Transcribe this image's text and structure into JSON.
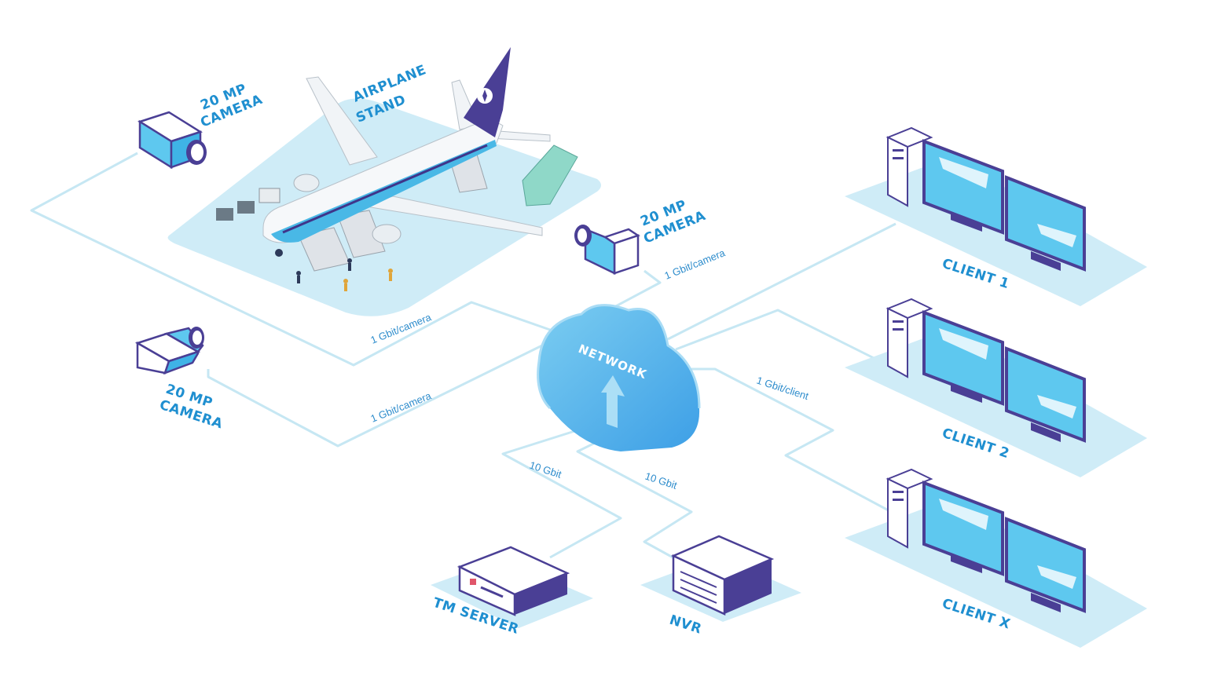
{
  "colors": {
    "label": "#1f8fd0",
    "pad": "#cfecf7",
    "line": "#c6e7f3",
    "navy": "#4a3f95",
    "cloud_top": "#6fc4ee",
    "cloud_bottom": "#3d9fe6"
  },
  "labels": {
    "airplane_stand": [
      "AIRPLANE",
      "STAND"
    ],
    "camera_top_left": [
      "20 MP",
      "CAMERA"
    ],
    "camera_right": [
      "20 MP",
      "CAMERA"
    ],
    "camera_bottom_left": [
      "20 MP",
      "CAMERA"
    ],
    "network": "NETWORK",
    "tm_server": "TM SERVER",
    "nvr": "NVR",
    "client_1": "CLIENT 1",
    "client_2": "CLIENT 2",
    "client_x": "CLIENT X"
  },
  "links": {
    "camera_top_right": "1 Gbit/camera",
    "camera_top_left": "1 Gbit/camera",
    "camera_bottom_left": "1 Gbit/camera",
    "clients": "1 Gbit/client",
    "tm_server": "10 Gbit",
    "nvr": "10 Gbit"
  },
  "icons": [
    "camera-icon",
    "airplane-icon",
    "cloud-icon",
    "server-icon",
    "nvr-icon",
    "workstation-icon",
    "monitor-icon"
  ]
}
